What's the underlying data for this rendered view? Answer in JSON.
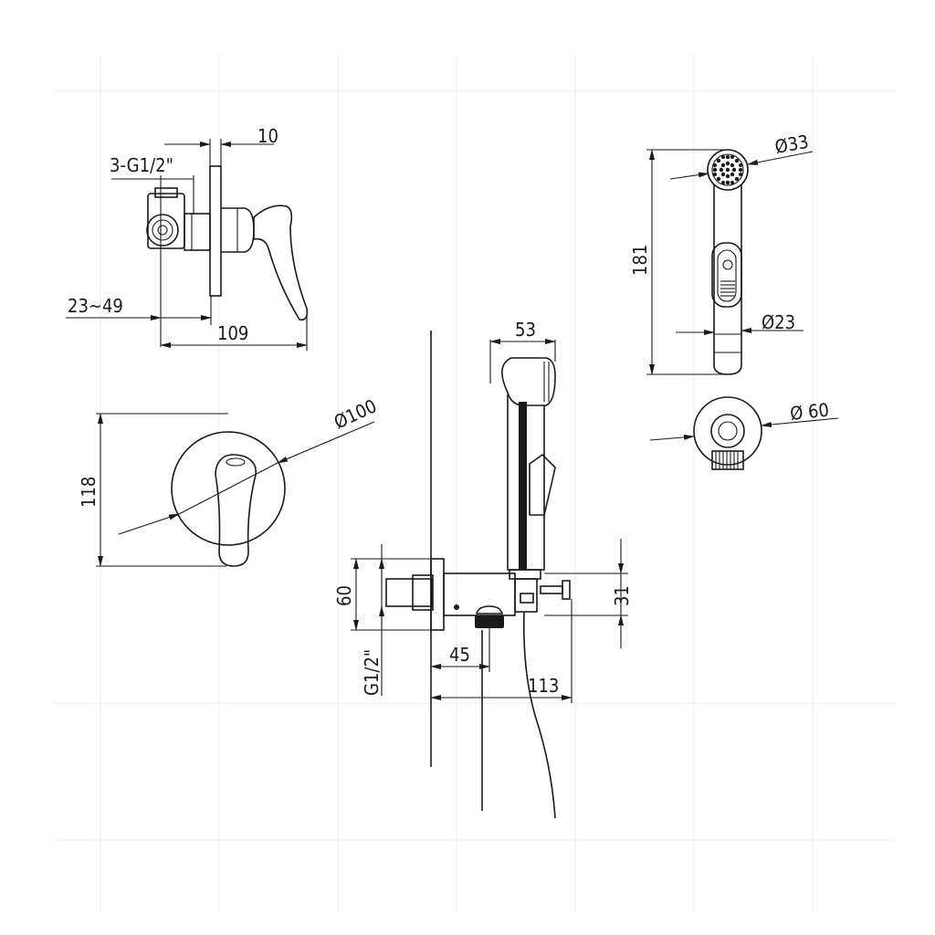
{
  "dims": {
    "valve_wall_thickness": "10",
    "valve_connections": "3-G1/2\"",
    "valve_depth_range": "23~49",
    "valve_length": "109",
    "plate_diameter": "Ø100",
    "plate_height": "118",
    "head_diameter": "Ø33",
    "handset_length": "181",
    "handle_diameter": "Ø23",
    "bracket_diameter": "Ø 60",
    "handset_width": "53",
    "elbow_height": "60",
    "elbow_thread": "G1/2\"",
    "elbow_offset": "45",
    "holder_projection": "113",
    "outlet_height": "31"
  },
  "colors": {
    "line": "#1a1a1a",
    "background": "#ffffff"
  }
}
